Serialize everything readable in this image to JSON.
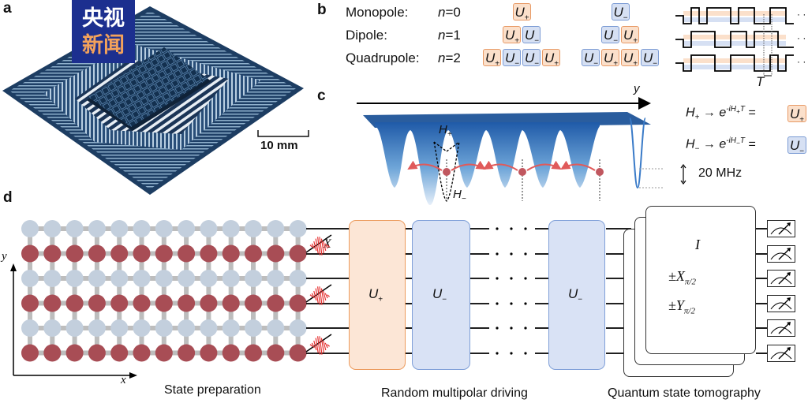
{
  "panels": {
    "a": {
      "label": "a",
      "scale_bar": "10 mm",
      "watermark": {
        "line1": "央视",
        "line2": "新闻"
      }
    },
    "b": {
      "label": "b",
      "rows": [
        {
          "name": "Monopole:",
          "n": "n=0",
          "left": [
            "+"
          ],
          "right": [
            "−"
          ]
        },
        {
          "name": "Dipole:",
          "n": "n=1",
          "left": [
            "+",
            "−"
          ],
          "right": [
            "−",
            "+"
          ]
        },
        {
          "name": "Quadrupole:",
          "n": "n=2",
          "left": [
            "+",
            "−",
            "−",
            "+"
          ],
          "right": [
            "−",
            "+",
            "+",
            "−"
          ]
        }
      ],
      "pulse_sequences": [
        [
          0,
          1,
          0,
          1,
          1,
          1,
          0,
          1,
          1,
          0,
          0,
          1,
          1,
          0
        ],
        [
          0,
          1,
          1,
          1,
          0,
          0,
          1,
          1,
          0,
          1,
          1,
          1,
          0,
          0
        ],
        [
          0,
          1,
          1,
          1,
          0,
          0,
          1,
          1,
          1,
          0,
          0,
          1,
          0,
          1
        ]
      ],
      "period_label": "T",
      "ellipsis": "· · ·"
    },
    "c": {
      "label": "c",
      "axis_label": "y",
      "h_plus": "H",
      "h_plus_sub": "+",
      "h_minus": "H",
      "h_minus_sub": "−",
      "eq1": {
        "lhs": "H",
        "lhs_sub": "+",
        "arrow": "→",
        "exp_base": "e",
        "exp": "-iH",
        "exp_sub": "+",
        "exp_T": "T",
        "eq": "=",
        "U": "U",
        "U_sub": "+"
      },
      "eq2": {
        "lhs": "H",
        "lhs_sub": "−",
        "arrow": "→",
        "exp_base": "e",
        "exp": "-iH",
        "exp_sub": "−",
        "exp_T": "T",
        "eq": "=",
        "U": "U",
        "U_sub": "−"
      },
      "scale": "20 MHz"
    },
    "d": {
      "label": "d",
      "lattice": {
        "cols": 13,
        "rows": [
          "blue",
          "red",
          "blue",
          "red",
          "blue",
          "red"
        ]
      },
      "axis_x": "x",
      "axis_y": "y",
      "pulse_label": "X",
      "gates": [
        {
          "type": "plus",
          "label": "U",
          "sub": "+"
        },
        {
          "type": "minus",
          "label": "U",
          "sub": "−"
        },
        {
          "type": "minus",
          "label": "U",
          "sub": "−"
        }
      ],
      "tomography_ops": [
        "I",
        "±X",
        "±Y"
      ],
      "tomography_subs": [
        "",
        "π/2",
        "π/2"
      ],
      "captions": [
        "State preparation",
        "Random multipolar driving",
        "Quantum state tomography"
      ],
      "colors": {
        "blue_site": "#c3cfdd",
        "red_site": "#a84d55",
        "plus_gate": "#fce6d6",
        "minus_gate": "#d9e2f5"
      }
    }
  }
}
